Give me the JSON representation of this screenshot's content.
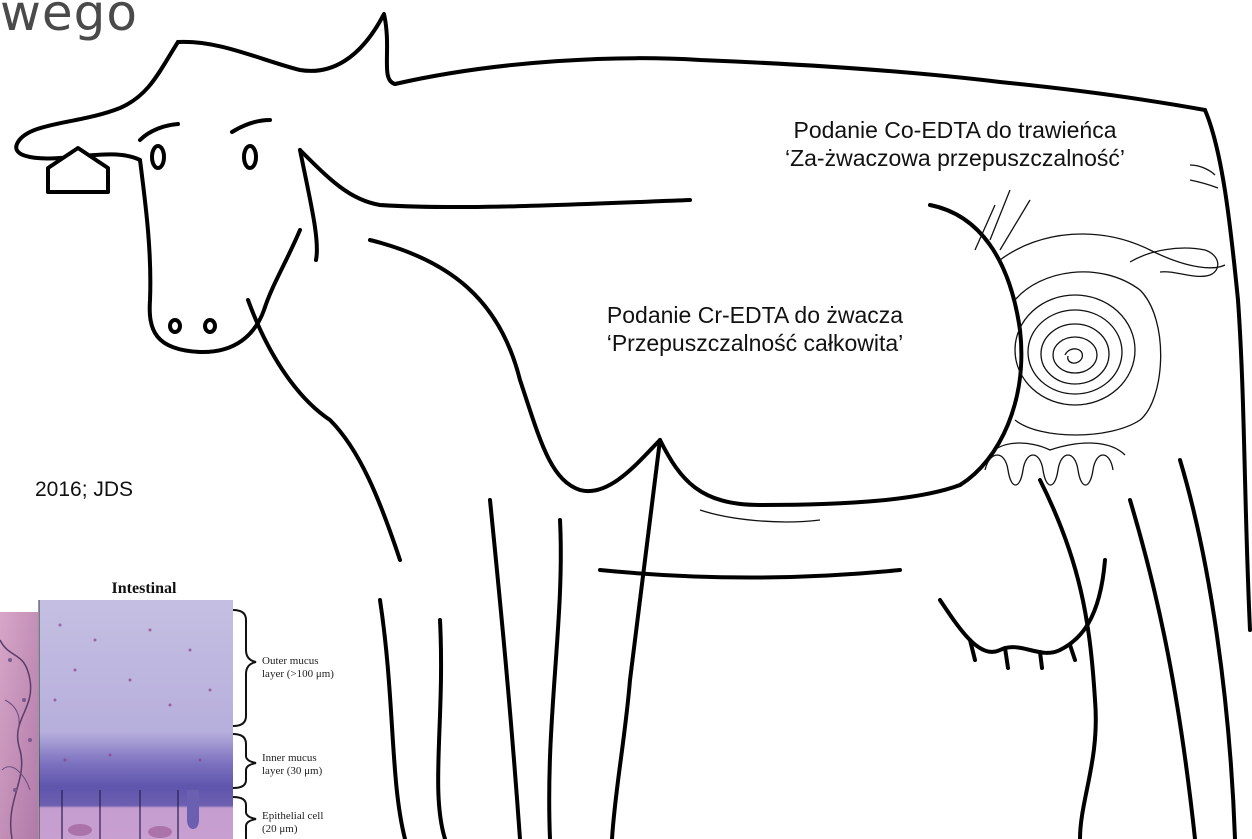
{
  "slide": {
    "title_fragment": "wego",
    "citation": "2016; JDS"
  },
  "annotations": {
    "co_edta": {
      "line1": "Podanie Co-EDTA do trawieńca",
      "line2": "‘Za-żwaczowa przepuszczalność’"
    },
    "cr_edta": {
      "line1": "Podanie Cr-EDTA do żwacza",
      "line2": "‘Przepuszczalność całkowita’"
    }
  },
  "inset": {
    "title": "Intestinal",
    "layers": [
      {
        "line1": "Outer mucus",
        "line2": "layer (>100 μm)"
      },
      {
        "line1": "Inner mucus",
        "line2": "layer (30 μm)"
      },
      {
        "line1": "Epithelial cell",
        "line2": "(20 μm)"
      }
    ],
    "colors": {
      "outer_mucus": "#b9b2dc",
      "inner_mucus": "#6a5fb0",
      "epithelium": "#c9a0d2",
      "histology": "#c98bb6"
    }
  },
  "colors": {
    "outline": "#000000",
    "text": "#111111",
    "title": "#4a4a4a"
  }
}
